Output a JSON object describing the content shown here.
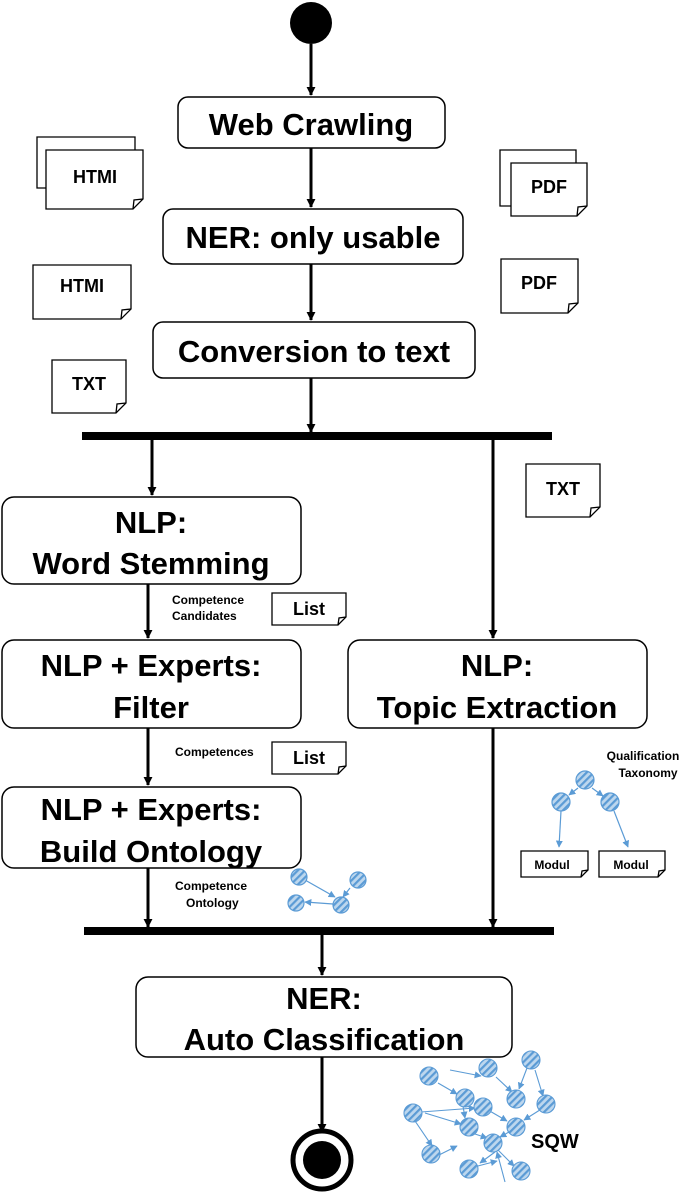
{
  "activities": {
    "web_crawling": "Web Crawling",
    "ner_only_usable": "NER: only usable",
    "conversion": "Conversion to text",
    "word_stemming": [
      "NLP:",
      "Word Stemming"
    ],
    "filter": [
      "NLP + Experts:",
      "Filter"
    ],
    "build_ontology": [
      "NLP + Experts:",
      "Build Ontology"
    ],
    "topic_extraction": [
      "NLP:",
      "Topic Extraction"
    ],
    "auto_classification": [
      "NER:",
      "Auto Classification"
    ]
  },
  "documents": {
    "htmi_stack": "HTMI",
    "pdf_stack": "PDF",
    "htmi_single": "HTMI",
    "pdf_single": "PDF",
    "txt_left": "TXT",
    "txt_right": "TXT",
    "list_candidates": "List",
    "list_competences": "List",
    "modul_left": "Modul",
    "modul_right": "Modul"
  },
  "labels": {
    "competence_candidates": [
      "Competence",
      "Candidates"
    ],
    "competences": "Competences",
    "competence_ontology": [
      "Competence",
      "Ontology"
    ],
    "qualification_taxonomy": [
      "Qualification",
      "Taxonomy"
    ],
    "sqw": "SQW"
  },
  "colors": {
    "node_fill": "#9dc3e6",
    "node_stroke": "#5b9bd5",
    "line": "#000000"
  }
}
